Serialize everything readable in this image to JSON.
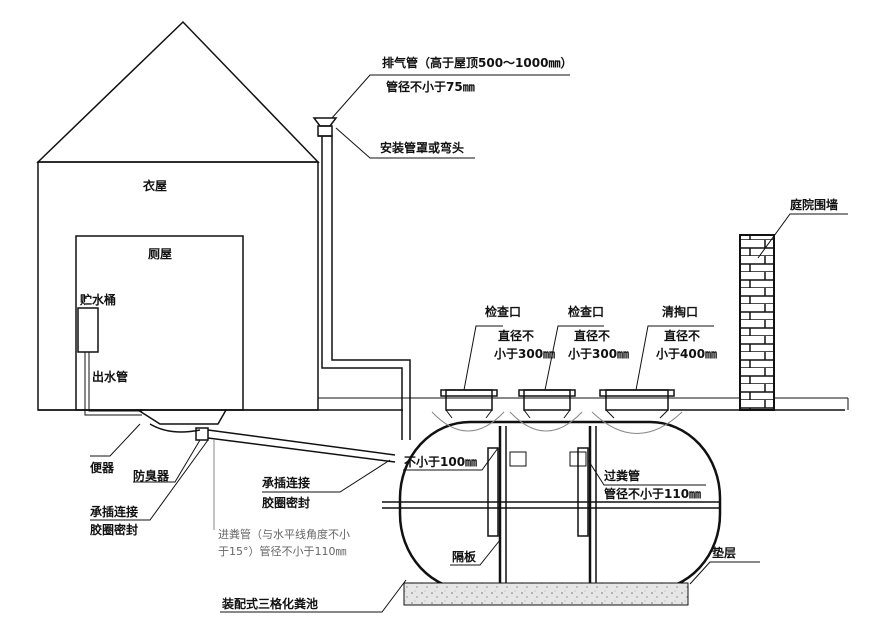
{
  "labels": {
    "house": "衣屋",
    "toilet_room": "厕屋",
    "water_tank": "贮水桶",
    "outlet_pipe": "出水管",
    "vent_pipe_line1": "排气管（高于屋顶500～1000㎜）",
    "vent_pipe_line2": "管径不小于75㎜",
    "vent_cap": "安装管罩或弯头",
    "yard_wall": "庭院围墙",
    "inspection_port_1": "检查口",
    "inspection_port_1_d1": "直径不",
    "inspection_port_1_d2": "小于300㎜",
    "inspection_port_2": "检查口",
    "inspection_port_2_d1": "直径不",
    "inspection_port_2_d2": "小于300㎜",
    "cleanout_port": "清掏口",
    "cleanout_port_d1": "直径不",
    "cleanout_port_d2": "小于400㎜",
    "min_100": "不小于100㎜",
    "transfer_pipe": "过粪管",
    "transfer_pipe_dia": "管径不小于110㎜",
    "toilet_bowl": "便器",
    "odor_trap": "防臭器",
    "socket_joint_1a": "承插连接",
    "socket_joint_1b": "胶圈密封",
    "socket_joint_2a": "承插连接",
    "socket_joint_2b": "胶圈密封",
    "inlet_pipe_1": "进粪管（与水平线角度不小",
    "inlet_pipe_2": "于15°）管径不小于110㎜",
    "partition": "隔板",
    "cushion": "垫层",
    "tank_name": "装配式三格化粪池"
  }
}
